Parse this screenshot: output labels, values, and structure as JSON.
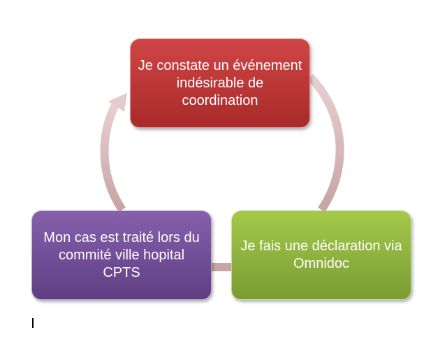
{
  "diagram": {
    "type": "cycle",
    "steps": [
      {
        "text": "Je constate un événement indésirable de coordination",
        "color": "#c03a3a"
      },
      {
        "text": "Je fais une déclaration via Omnidoc",
        "color": "#8fb33f"
      },
      {
        "text": "Mon cas est traité lors du commité ville hopital CPTS",
        "color": "#724f98"
      }
    ],
    "arrow_color": "#d8b8b8"
  }
}
